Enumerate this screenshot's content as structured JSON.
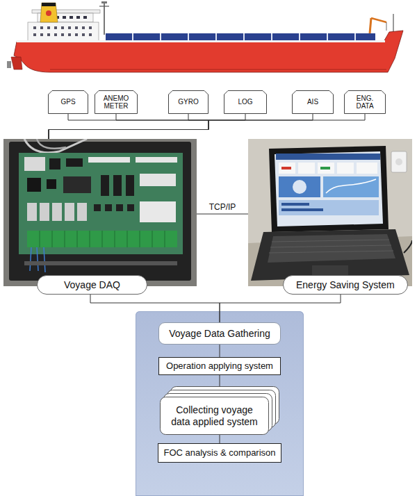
{
  "diagram": {
    "nodes": [
      {
        "text": [
          "GPS"
        ]
      },
      {
        "text": [
          "ANEMO METER"
        ]
      },
      {
        "text": [
          "GYRO"
        ]
      },
      {
        "text": [
          "LOG"
        ]
      },
      {
        "text": [
          "AIS"
        ]
      },
      {
        "text": [
          "ENG. DATA"
        ]
      },
      {
        "text": [
          "Voyage DAQ"
        ]
      },
      {
        "text": [
          "Energy Saving System"
        ]
      },
      {
        "text": [
          "Voyage Data Gathering"
        ]
      },
      {
        "text": [
          "Operation applying system"
        ]
      },
      {
        "text": [
          "Collecting voyage data applied system"
        ]
      },
      {
        "text": [
          "FOC analysis & comparison"
        ]
      }
    ],
    "edges": [
      {
        "from": 0,
        "to": 6,
        "arrow": "none"
      },
      {
        "from": 1,
        "to": 6,
        "arrow": "none"
      },
      {
        "from": 2,
        "to": 6,
        "arrow": "none"
      },
      {
        "from": 3,
        "to": 6,
        "arrow": "none"
      },
      {
        "from": 4,
        "to": 6,
        "arrow": "none"
      },
      {
        "from": 5,
        "to": 6,
        "arrow": "none"
      },
      {
        "from": 6,
        "to": 7,
        "label": "TCP/IP",
        "arrow": "none"
      },
      {
        "from": 6,
        "to": 8,
        "arrow": "none"
      },
      {
        "from": 7,
        "to": 8,
        "arrow": "none"
      },
      {
        "from": 8,
        "to": 9,
        "arrow": "none"
      },
      {
        "from": 9,
        "to": 10,
        "arrow": "none"
      },
      {
        "from": 10,
        "to": 11,
        "arrow": "none"
      }
    ]
  }
}
